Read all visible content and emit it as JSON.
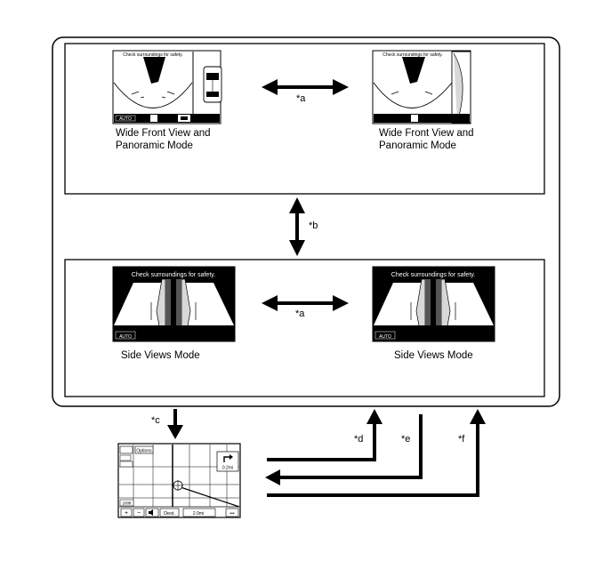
{
  "screens": {
    "panoramic_left": {
      "banner": "Check surroundings for safety.",
      "button": "AUTO"
    },
    "panoramic_right": {
      "banner": "Check surroundings for safety."
    },
    "side_left": {
      "banner": "Check surroundings for safety.",
      "button": "AUTO"
    },
    "side_right": {
      "banner": "Check surroundings for safety.",
      "button": "AUTO"
    }
  },
  "captions": {
    "panoramic_left_line1": "Wide Front View and",
    "panoramic_left_line2": "Panoramic Mode",
    "panoramic_right_line1": "Wide Front View and",
    "panoramic_right_line2": "Panoramic Mode",
    "side_left": "Side Views Mode",
    "side_right": "Side Views Mode"
  },
  "arrow_labels": {
    "a_top": "*a",
    "a_bottom": "*a",
    "b": "*b",
    "c": "*c",
    "d": "*d",
    "e": "*e",
    "f": "*f"
  },
  "navigation_screen": {
    "options_button": "Options",
    "route_badge": "200ft",
    "turn_distance": "0.2mi",
    "zoom_in": "+",
    "zoom_out": "−",
    "volume_icon": "volume-icon",
    "destination_button": "Dest.",
    "scale_label": "2.0mi",
    "more_button": "•••"
  }
}
